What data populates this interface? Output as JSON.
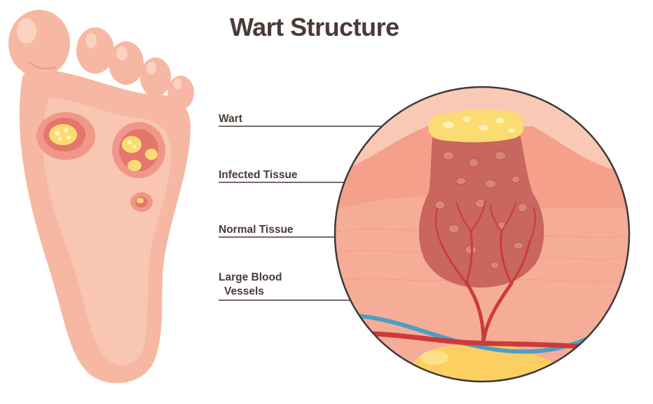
{
  "title": "Wart Structure",
  "labels": {
    "wart": "Wart",
    "infected_tissue": "Infected Tissue",
    "normal_tissue": "Normal Tissue",
    "blood_vessels_line1": "Large Blood",
    "blood_vessels_line2": "Vessels"
  },
  "colors": {
    "foot_skin": "#f6b8a2",
    "foot_sole": "#f8c6b2",
    "wart_yellow": "#fbdc72",
    "infected_tissue": "#c8665f",
    "normal_tissue": "#f4a08a",
    "blood_vessel": "#cd3a3a",
    "vein": "#4e9dc4",
    "fat": "#fbcf62",
    "text": "#4a3a37"
  }
}
